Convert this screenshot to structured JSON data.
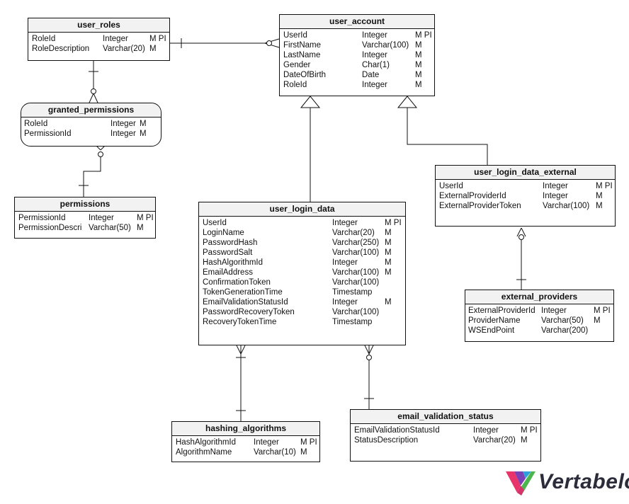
{
  "brand": {
    "name": "Vertabelo",
    "colors": [
      "#e8346a",
      "#7d3fb5",
      "#2d9fd9",
      "#4bb64d"
    ]
  },
  "entities": {
    "user_roles": {
      "title": "user_roles",
      "rows": [
        {
          "name": "RoleId",
          "type": "Integer",
          "flags": "M PI"
        },
        {
          "name": "RoleDescription",
          "type": "Varchar(20)",
          "flags": "M"
        }
      ]
    },
    "user_account": {
      "title": "user_account",
      "rows": [
        {
          "name": "UserId",
          "type": "Integer",
          "flags": "M PI"
        },
        {
          "name": "FirstName",
          "type": "Varchar(100)",
          "flags": "M"
        },
        {
          "name": "LastName",
          "type": "Integer",
          "flags": "M"
        },
        {
          "name": "Gender",
          "type": "Char(1)",
          "flags": "M"
        },
        {
          "name": "DateOfBirth",
          "type": "Date",
          "flags": "M"
        },
        {
          "name": "RoleId",
          "type": "Integer",
          "flags": "M"
        }
      ]
    },
    "granted_permissions": {
      "title": "granted_permissions",
      "rows": [
        {
          "name": "RoleId",
          "type": "Integer",
          "flags": "M"
        },
        {
          "name": "PermissionId",
          "type": "Integer",
          "flags": "M"
        }
      ]
    },
    "permissions": {
      "title": "permissions",
      "rows": [
        {
          "name": "PermissionId",
          "type": "Integer",
          "flags": "M PI"
        },
        {
          "name": "PermissionDescri",
          "type": "Varchar(50)",
          "flags": "M"
        }
      ]
    },
    "user_login_data": {
      "title": "user_login_data",
      "rows": [
        {
          "name": "UserId",
          "type": "Integer",
          "flags": "M PI"
        },
        {
          "name": "LoginName",
          "type": "Varchar(20)",
          "flags": "M"
        },
        {
          "name": "PasswordHash",
          "type": "Varchar(250)",
          "flags": "M"
        },
        {
          "name": "PasswordSalt",
          "type": "Varchar(100)",
          "flags": "M"
        },
        {
          "name": "HashAlgorithmId",
          "type": "Integer",
          "flags": "M"
        },
        {
          "name": "EmailAddress",
          "type": "Varchar(100)",
          "flags": "M"
        },
        {
          "name": "ConfirmationToken",
          "type": "Varchar(100)",
          "flags": ""
        },
        {
          "name": "TokenGenerationTime",
          "type": "Timestamp",
          "flags": ""
        },
        {
          "name": "EmailValidationStatusId",
          "type": "Integer",
          "flags": "M"
        },
        {
          "name": "PasswordRecoveryToken",
          "type": "Varchar(100)",
          "flags": ""
        },
        {
          "name": "RecoveryTokenTime",
          "type": "Timestamp",
          "flags": ""
        }
      ]
    },
    "user_login_data_external": {
      "title": "user_login_data_external",
      "rows": [
        {
          "name": "UserId",
          "type": "Integer",
          "flags": "M PI"
        },
        {
          "name": "ExternalProviderId",
          "type": "Integer",
          "flags": "M"
        },
        {
          "name": "ExternalProviderToken",
          "type": "Varchar(100)",
          "flags": "M"
        }
      ]
    },
    "external_providers": {
      "title": "external_providers",
      "rows": [
        {
          "name": "ExternalProviderId",
          "type": "Integer",
          "flags": "M PI"
        },
        {
          "name": "ProviderName",
          "type": "Varchar(50)",
          "flags": "M"
        },
        {
          "name": "WSEndPoint",
          "type": "Varchar(200)",
          "flags": ""
        }
      ]
    },
    "hashing_algorithms": {
      "title": "hashing_algorithms",
      "rows": [
        {
          "name": "HashAlgorithmId",
          "type": "Integer",
          "flags": "M PI"
        },
        {
          "name": "AlgorithmName",
          "type": "Varchar(10)",
          "flags": "M"
        }
      ]
    },
    "email_validation_status": {
      "title": "email_validation_status",
      "rows": [
        {
          "name": "EmailValidationStatusId",
          "type": "Integer",
          "flags": "M PI"
        },
        {
          "name": "StatusDescription",
          "type": "Varchar(20)",
          "flags": "M"
        }
      ]
    }
  }
}
